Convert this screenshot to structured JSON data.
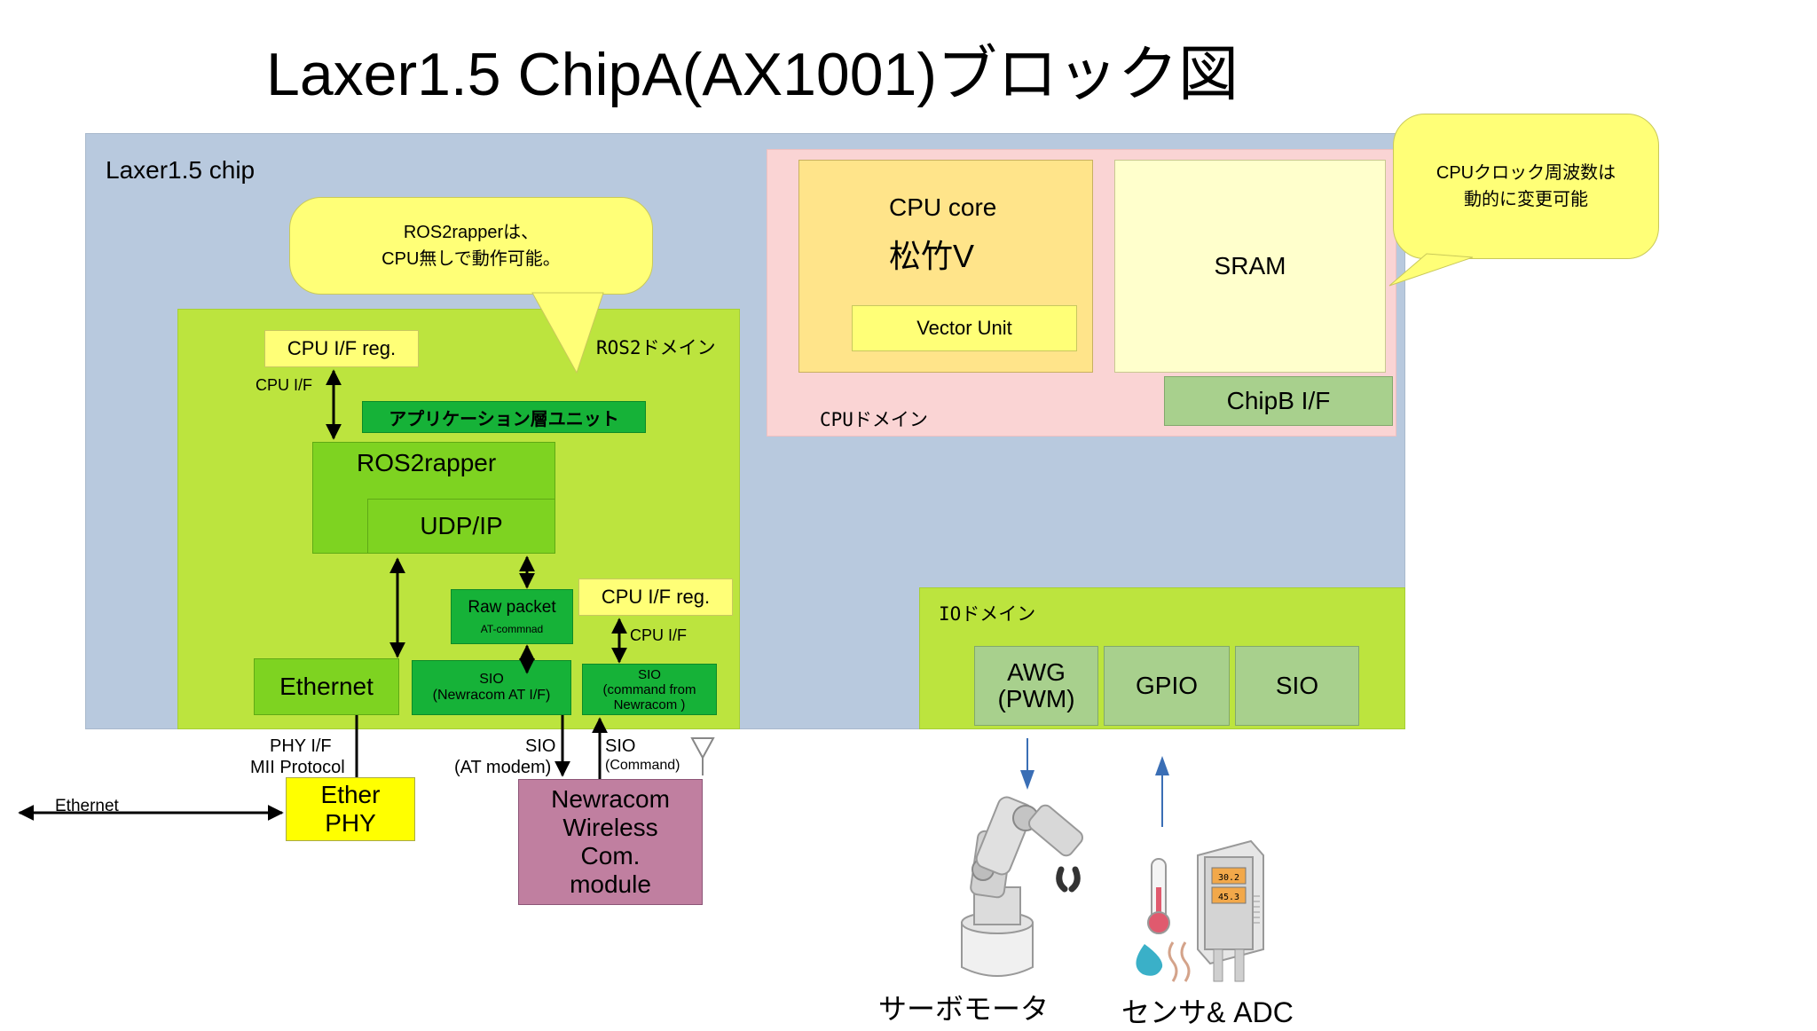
{
  "title": "Laxer1.5 ChipA(AX1001)ブロック図",
  "chip_label": "Laxer1.5 chip",
  "ros_domain": {
    "label": "ROS2ドメイン",
    "bubble_line1": "ROS2rapperは、",
    "bubble_line2": "CPU無しで動作可能。",
    "cpu_if_reg_top": "CPU I/F reg.",
    "cpu_if_top": "CPU I/F",
    "app_layer_unit": "アプリケーション層ユニット",
    "ros2rapper": "ROS2rapper",
    "udp_ip": "UDP/IP",
    "raw_packet": "Raw packet",
    "at_command": "AT-commnad",
    "ethernet_block": "Ethernet",
    "sio_at_line1": "SIO",
    "sio_at_line2": "(Newracom AT I/F)",
    "sio_cmd_line1": "SIO",
    "sio_cmd_line2": "(command from",
    "sio_cmd_line3": "Newracom )",
    "cpu_if_reg_bottom": "CPU I/F reg.",
    "cpu_if_bottom": "CPU I/F"
  },
  "cpu_domain": {
    "label": "CPUドメイン",
    "cpu_core": "CPU core",
    "cpu_name": "松竹V",
    "vector_unit": "Vector Unit",
    "sram": "SRAM",
    "chipb_if": "ChipB I/F",
    "bubble_line1": "CPUクロック周波数は",
    "bubble_line2": "動的に変更可能"
  },
  "io_domain": {
    "label": "IOドメイン",
    "awg_line1": "AWG",
    "awg_line2": "(PWM)",
    "gpio": "GPIO",
    "sio": "SIO"
  },
  "external": {
    "phy_if": "PHY I/F",
    "mii_protocol": "MII Protocol",
    "ethernet": "Ethernet",
    "ether_phy_line1": "Ether",
    "ether_phy_line2": "PHY",
    "sio_at_modem_line1": "SIO",
    "sio_at_modem_line2": "(AT modem)",
    "sio_command_line1": "SIO",
    "sio_command_line2": "(Command)",
    "wireless_line1": "Newracom",
    "wireless_line2": "Wireless",
    "wireless_line3": "Com.",
    "wireless_line4": "module",
    "servo_motor": "サーボモータ",
    "sensor_adc": "センサ& ADC",
    "sensor_reading1": "30.2",
    "sensor_reading2": "45.3"
  },
  "colors": {
    "chip_bg": "#b8c9de",
    "domain_green": "#bce43e",
    "cpu_domain_pink": "#fad4d4",
    "yellow": "#ffff77",
    "wireless_module": "#c07fa0",
    "arrow_blue": "#3a6eb5"
  }
}
